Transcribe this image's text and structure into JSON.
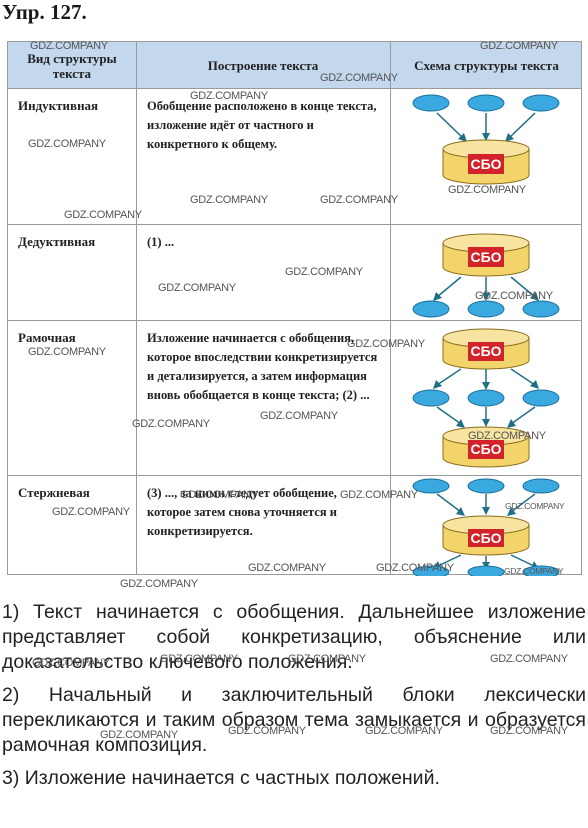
{
  "exercise": {
    "title": "Упр. 127."
  },
  "table": {
    "headers": [
      "Вид структуры текста",
      "Построение текста",
      "Схема структуры текста"
    ],
    "rows": [
      {
        "type": "Индуктивная",
        "text": "Обобщение расположено в конце текста, изложение идёт от частного и конкретного к общему.",
        "scheme": "inductive"
      },
      {
        "type": "Дедуктивная",
        "text": "(1) ...",
        "scheme": "deductive"
      },
      {
        "type": "Рамочная",
        "text": "Изложение начинается с обобщения, которое впоследствии конкретизируется и детализируется, а затем информация вновь обобщается в конце текста; (2) ...",
        "scheme": "frame"
      },
      {
        "type": "Стержневая",
        "text": "(3) ..., за ними следует обобщение, которое затем снова уточняется и конкретизируется.",
        "scheme": "core"
      }
    ],
    "block_label": "СБО"
  },
  "answers": [
    "1) Текст начинается с обобщения. Дальнейшее изложение представляет собой конкретизацию, объяснение или доказательство ключевого положения.",
    "2) Начальный и заключительный блоки лексически перекликаются и таким образом тема замыкается и образуется рамочная композиция.",
    "3) Изложение начинается с частных положений."
  ],
  "watermark": "GDZ.COMPANY",
  "colors": {
    "header_bg": "#c3d7ed",
    "oval_fill": "#3aa9df",
    "cylinder_fill": "#f2d46a",
    "cylinder_top": "#f7e4a0",
    "label_red": "#d2232a",
    "arrow": "#1f6f86"
  }
}
